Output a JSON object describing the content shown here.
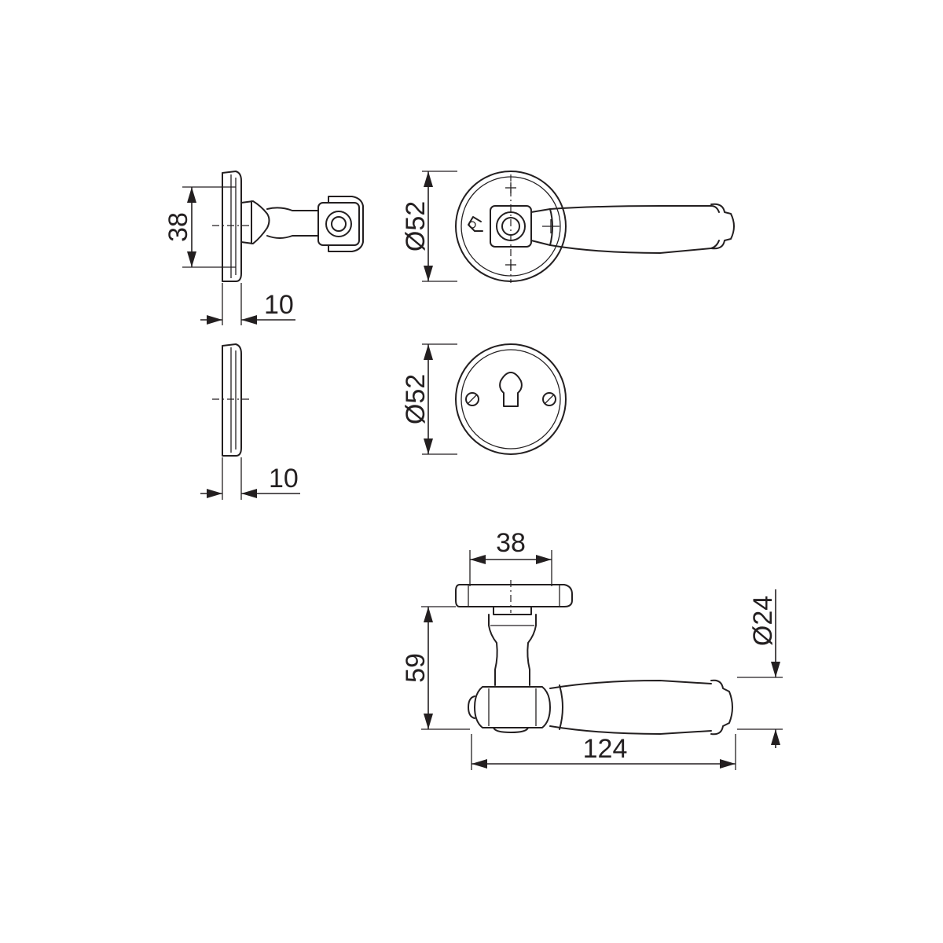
{
  "dimensions": {
    "side_rose_height": "38",
    "side_rose_depth": "10",
    "side_escutcheon_depth": "10",
    "front_rose_diameter": "Ø52",
    "front_escutcheon_diameter": "Ø52",
    "top_rose_width": "38",
    "top_projection": "59",
    "top_lever_diameter": "Ø24",
    "top_lever_length": "124"
  }
}
